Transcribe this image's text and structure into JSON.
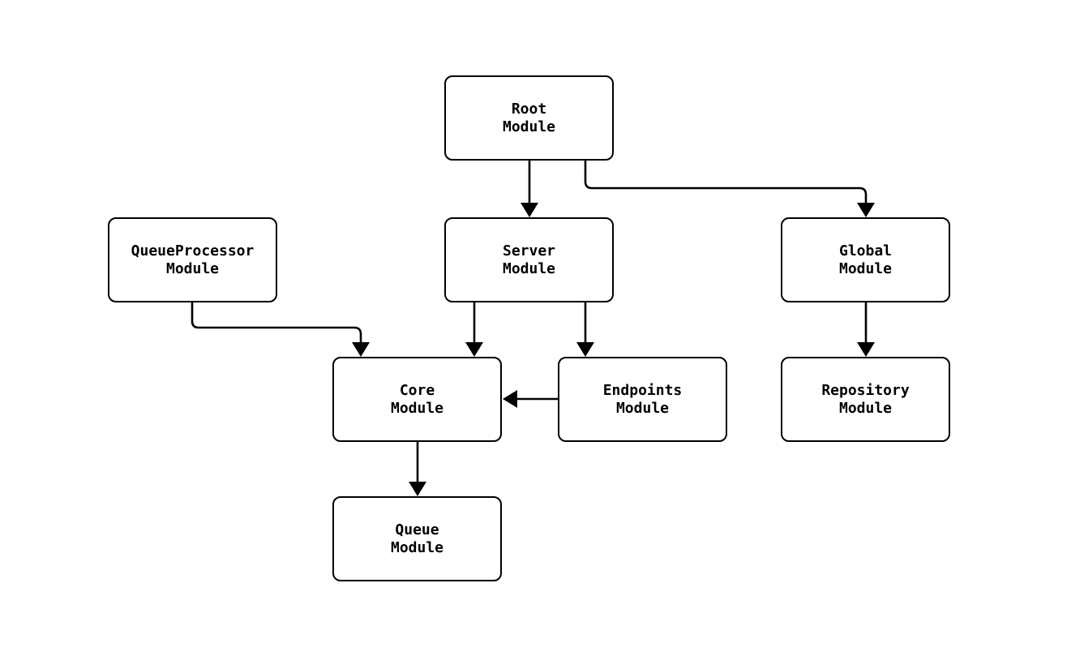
{
  "diagram": {
    "type": "module-dependency-flowchart",
    "background_color": "#ffffff",
    "line_color": "#000000",
    "text_color": "#000000",
    "nodes": [
      {
        "id": "root",
        "label": "Root\nModule"
      },
      {
        "id": "queueprocessor",
        "label": "QueueProcessor\nModule"
      },
      {
        "id": "server",
        "label": "Server\nModule"
      },
      {
        "id": "global",
        "label": "Global\nModule"
      },
      {
        "id": "core",
        "label": "Core\nModule"
      },
      {
        "id": "endpoints",
        "label": "Endpoints\nModule"
      },
      {
        "id": "repository",
        "label": "Repository\nModule"
      },
      {
        "id": "queue",
        "label": "Queue\nModule"
      }
    ],
    "edges": [
      {
        "from": "Root Module",
        "to": "Server Module"
      },
      {
        "from": "Root Module",
        "to": "Global Module"
      },
      {
        "from": "QueueProcessor Module",
        "to": "Core Module"
      },
      {
        "from": "Server Module",
        "to": "Core Module"
      },
      {
        "from": "Server Module",
        "to": "Endpoints Module"
      },
      {
        "from": "Global Module",
        "to": "Repository Module"
      },
      {
        "from": "Endpoints Module",
        "to": "Core Module"
      },
      {
        "from": "Core Module",
        "to": "Queue Module"
      }
    ]
  }
}
